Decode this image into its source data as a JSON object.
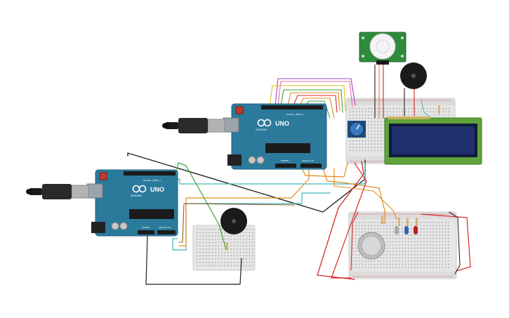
{
  "boards": [
    {
      "id": "arduino-top",
      "brand": "ARDUINO",
      "model": "UNO",
      "section_digital": "DIGITAL (PWM~)",
      "section_power": "POWER",
      "section_analog": "ANALOG IN"
    },
    {
      "id": "arduino-bottom",
      "brand": "ARDUINO",
      "model": "UNO",
      "section_digital": "DIGITAL (PWM~)",
      "section_power": "POWER",
      "section_analog": "ANALOG IN"
    }
  ],
  "components": [
    "pir-sensor",
    "piezo-buzzer",
    "lcd-16x2",
    "potentiometer",
    "gas-sensor",
    "led-red",
    "led-blue",
    "led-white",
    "resistor",
    "breadboard",
    "usb-cable"
  ],
  "colors": {
    "board": "#2b7a9c",
    "board_edge": "#1f5f7c",
    "breadboard": "#e6e6e6",
    "lcd_green": "#5fa33a",
    "lcd_screen": "#1f2f6b",
    "pir_pcb": "#2e8b3c",
    "wire_red": "#d62828",
    "wire_black": "#222222",
    "wire_orange": "#e08a1e",
    "wire_green": "#3aa33a",
    "wire_teal": "#3fb6b6",
    "wire_yellow": "#e3c21a",
    "wire_purple": "#a043c9",
    "wire_pink": "#e86aa0",
    "wire_brown": "#8b5a2b"
  }
}
